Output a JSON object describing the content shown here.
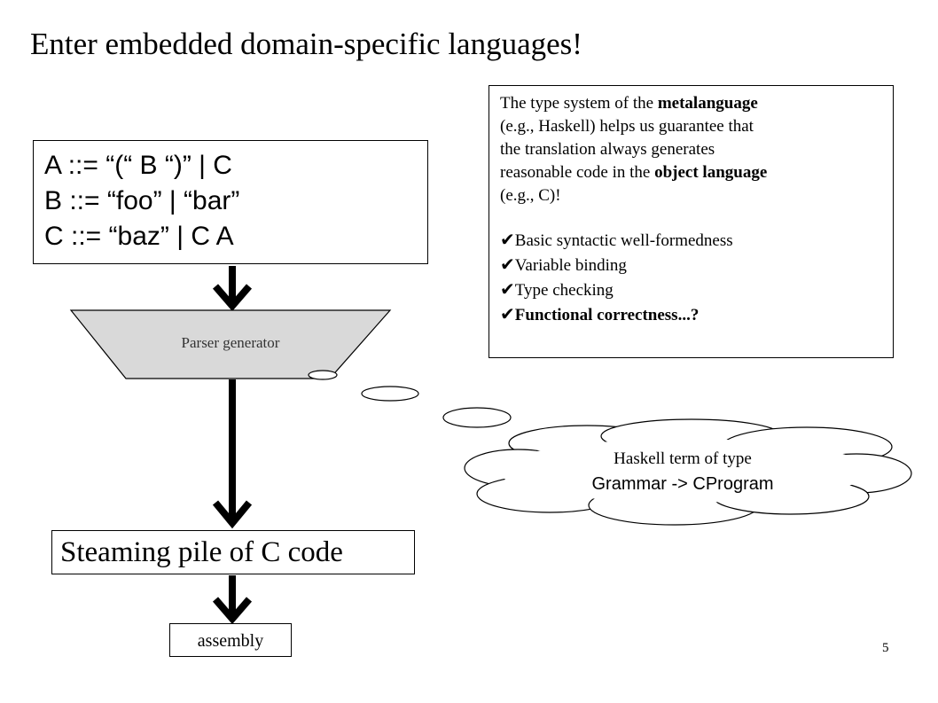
{
  "title": "Enter embedded domain-specific languages!",
  "grammar": {
    "lines": [
      "A ::= “(“ B “)” | C",
      "B ::= “foo” | “bar”",
      "C ::= “baz” | C A"
    ]
  },
  "parser_generator_label": "Parser generator",
  "info_box": {
    "para": {
      "l1_pre": "The type system of the ",
      "l1_bold": "metalanguage",
      "l2": "(e.g., Haskell) helps us guarantee that",
      "l3": "the translation always generates",
      "l4_pre": "reasonable code in the ",
      "l4_bold": "object language",
      "l5": "(e.g., C)!"
    },
    "check_glyph": "✔",
    "checks": [
      "Basic syntactic well-formedness",
      "Variable binding",
      "Type checking"
    ],
    "final_check": "Functional correctness...?"
  },
  "cloud": {
    "line1": "Haskell term of type",
    "line2": "Grammar -> CProgram"
  },
  "c_code_label": "Steaming pile of C code",
  "assembly_label": "assembly",
  "page_number": "5"
}
